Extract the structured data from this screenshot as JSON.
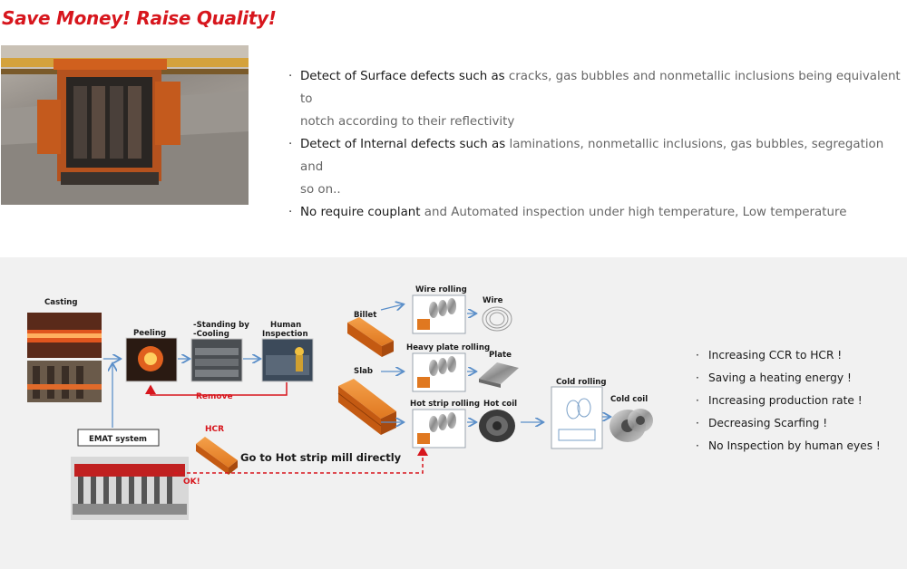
{
  "headline": "Save Money! Raise Quality!",
  "features": [
    {
      "bullet": "·",
      "emphasis": "Detect of Surface defects such as",
      "line1": " cracks, gas bubbles and nonmetallic inclusions being equivalent to",
      "line2": "notch according to their reflectivity"
    },
    {
      "bullet": "·",
      "emphasis": "Detect of Internal defects such as",
      "line1": " laminations, nonmetallic inclusions, gas bubbles, segregation and",
      "line2": "so on.."
    },
    {
      "bullet": "·",
      "emphasis": "No require couplant",
      "line1": " and Automated inspection under high temperature, Low temperature",
      "line2": ""
    }
  ],
  "diagram": {
    "casting": "Casting",
    "peeling": "Peeling",
    "standing_line1": "-Standing by",
    "standing_line2": "-Cooling",
    "human_line1": "Human",
    "human_line2": "Inspection",
    "remove": "Remove",
    "emat_system": "EMAT system",
    "ok": "OK!",
    "hcr": "HCR",
    "go_direct": "Go to Hot strip mill directly",
    "billet": "Billet",
    "slab": "Slab",
    "wire_rolling": "Wire rolling",
    "wire": "Wire",
    "heavy_plate_rolling": "Heavy plate rolling",
    "plate": "Plate",
    "hot_strip_rolling": "Hot strip rolling",
    "hot_coil": "Hot coil",
    "cold_rolling": "Cold rolling",
    "cold_coil": "Cold coil"
  },
  "benefits": [
    {
      "bullet": "·",
      "text": "Increasing  CCR to HCR !"
    },
    {
      "bullet": "·",
      "text": "Saving a heating energy !"
    },
    {
      "bullet": "·",
      "text": "Increasing production rate !"
    },
    {
      "bullet": "·",
      "text": "Decreasing Scarfing !"
    },
    {
      "bullet": "·",
      "text": "No Inspection by human eyes !"
    }
  ],
  "colors": {
    "headline_red": "#d7161d",
    "arrow_blue": "#5b8fc9",
    "slab_orange": "#e07820",
    "panel_gray": "#f1f1f1"
  }
}
